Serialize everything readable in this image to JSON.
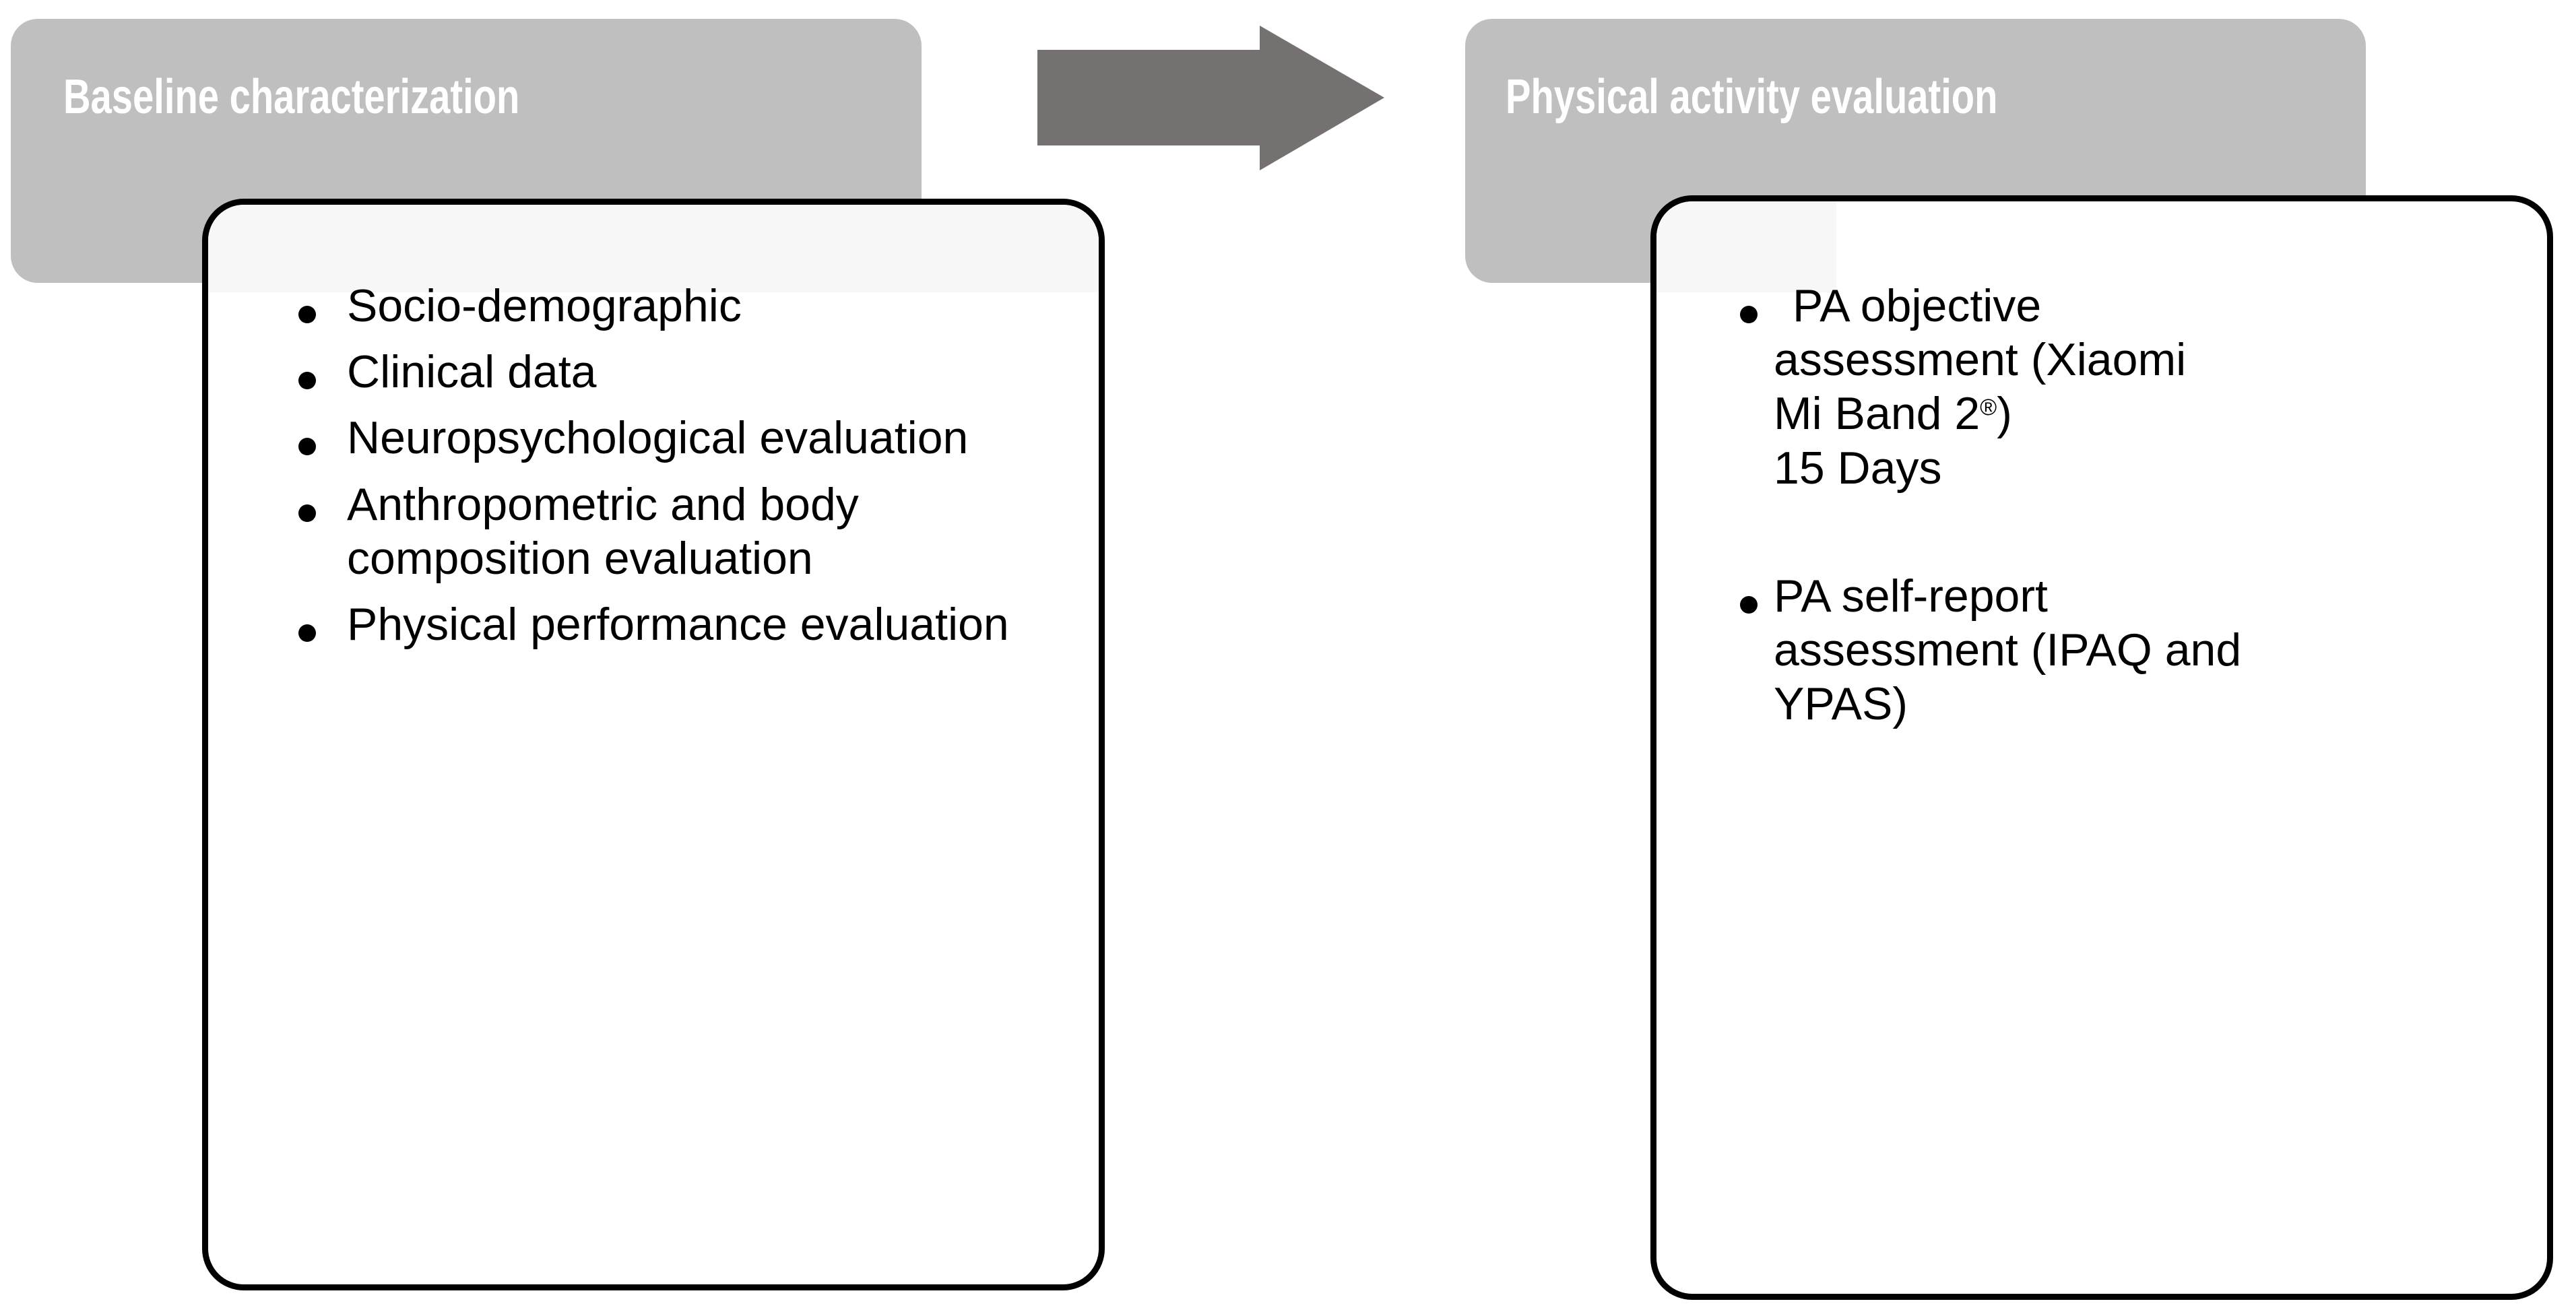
{
  "diagram": {
    "type": "two-stage-flow",
    "colors": {
      "header_bar": "#bfbfbf",
      "header_text": "#ffffff",
      "card_background": "#ffffff",
      "card_border": "#000000",
      "body_text": "#000000",
      "arrow": "#757170"
    },
    "arrow": {
      "icon": "right-arrow-icon",
      "direction": "right",
      "from": "Baseline characterization",
      "to": "Physical activity evaluation"
    },
    "stages": [
      {
        "id": "baseline",
        "title": "Baseline characterization",
        "items": [
          "Socio-demographic",
          "Clinical data",
          "Neuropsychological evaluation",
          "Anthropometric and body composition evaluation",
          "Physical performance evaluation"
        ]
      },
      {
        "id": "physical-activity",
        "title": "Physical activity evaluation",
        "items": [
          {
            "line1": "PA objective",
            "line2": "assessment (Xiaomi",
            "line3_prefix": "Mi Band 2",
            "line3_symbol": "®",
            "line3_suffix": ")",
            "line4": "15 Days"
          },
          {
            "line1": "PA self-report",
            "line2": "assessment (IPAQ and",
            "line3": "YPAS)"
          }
        ]
      }
    ]
  }
}
